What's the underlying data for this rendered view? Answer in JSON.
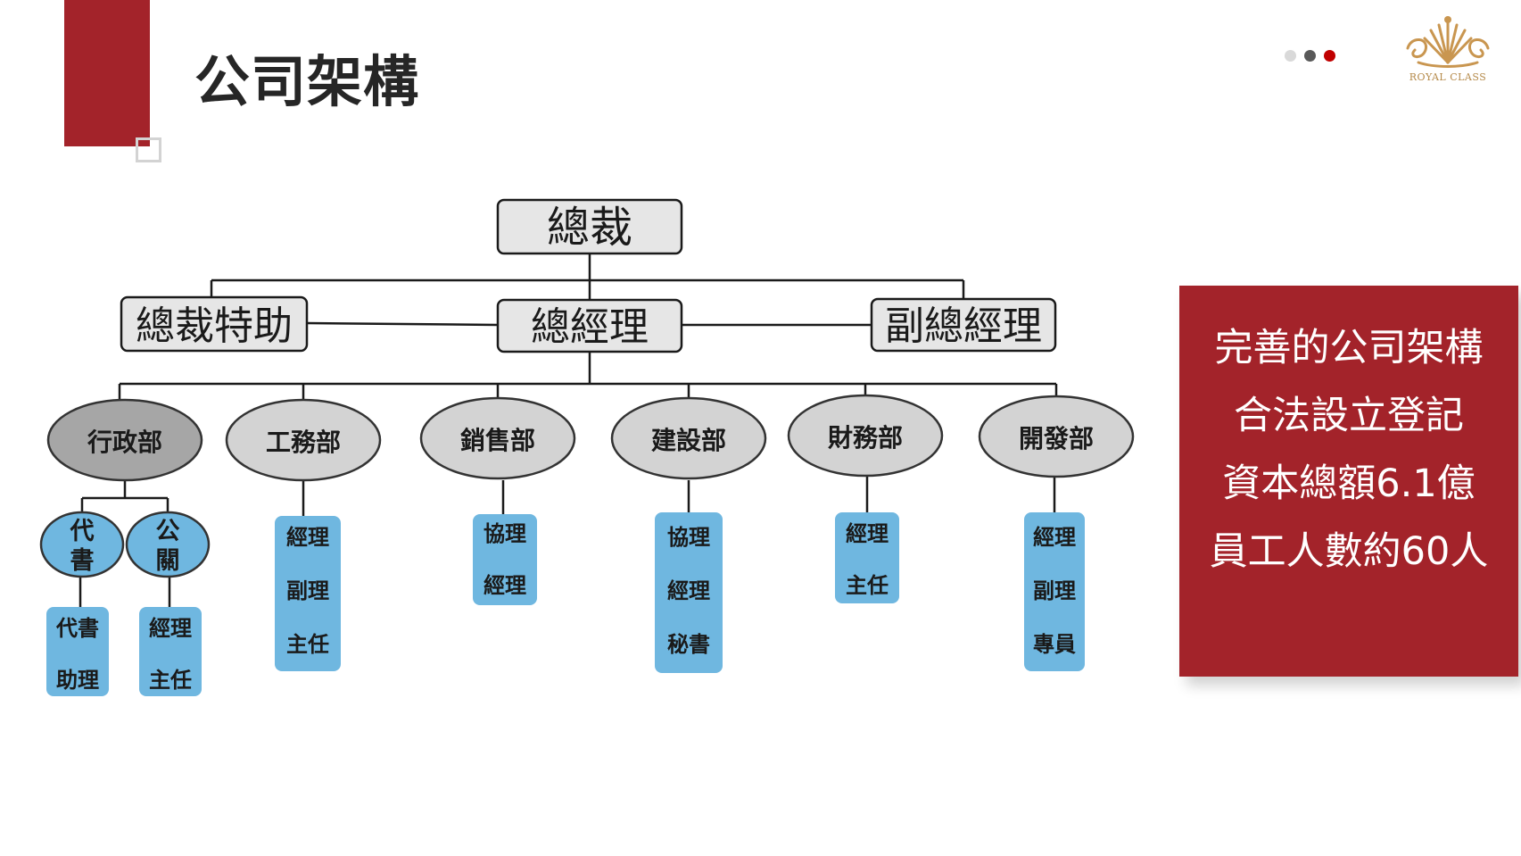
{
  "header": {
    "title": "公司架構",
    "dots": [
      "#d9d9d9",
      "#595959",
      "#c00000"
    ],
    "logo_text": "ROYAL CLASS"
  },
  "colors": {
    "accent_red": "#a3232a",
    "box_fill": "#e6e6e6",
    "dept_fill": "#d3d3d3",
    "dept_fill_dark": "#a6a6a6",
    "staff_fill": "#6fb7e0"
  },
  "org": {
    "president": "總裁",
    "assistant": "總裁特助",
    "general_manager": "總經理",
    "deputy_gm": "副總經理",
    "departments": [
      {
        "name": "行政部",
        "subunits": [
          {
            "name": [
              "代",
              "書"
            ],
            "roles": [
              "代書",
              "助理"
            ]
          },
          {
            "name": [
              "公",
              "關"
            ],
            "roles": [
              "經理",
              "主任"
            ]
          }
        ]
      },
      {
        "name": "工務部",
        "roles": [
          "經理",
          "副理",
          "主任"
        ]
      },
      {
        "name": "銷售部",
        "roles": [
          "協理",
          "經理"
        ]
      },
      {
        "name": "建設部",
        "roles": [
          "協理",
          "經理",
          "秘書"
        ]
      },
      {
        "name": "財務部",
        "roles": [
          "經理",
          "主任"
        ]
      },
      {
        "name": "開發部",
        "roles": [
          "經理",
          "副理",
          "專員"
        ]
      }
    ]
  },
  "info": {
    "lines": [
      "完善的公司架構",
      "合法設立登記",
      "資本總額6.1億",
      "員工人數約60人"
    ]
  }
}
